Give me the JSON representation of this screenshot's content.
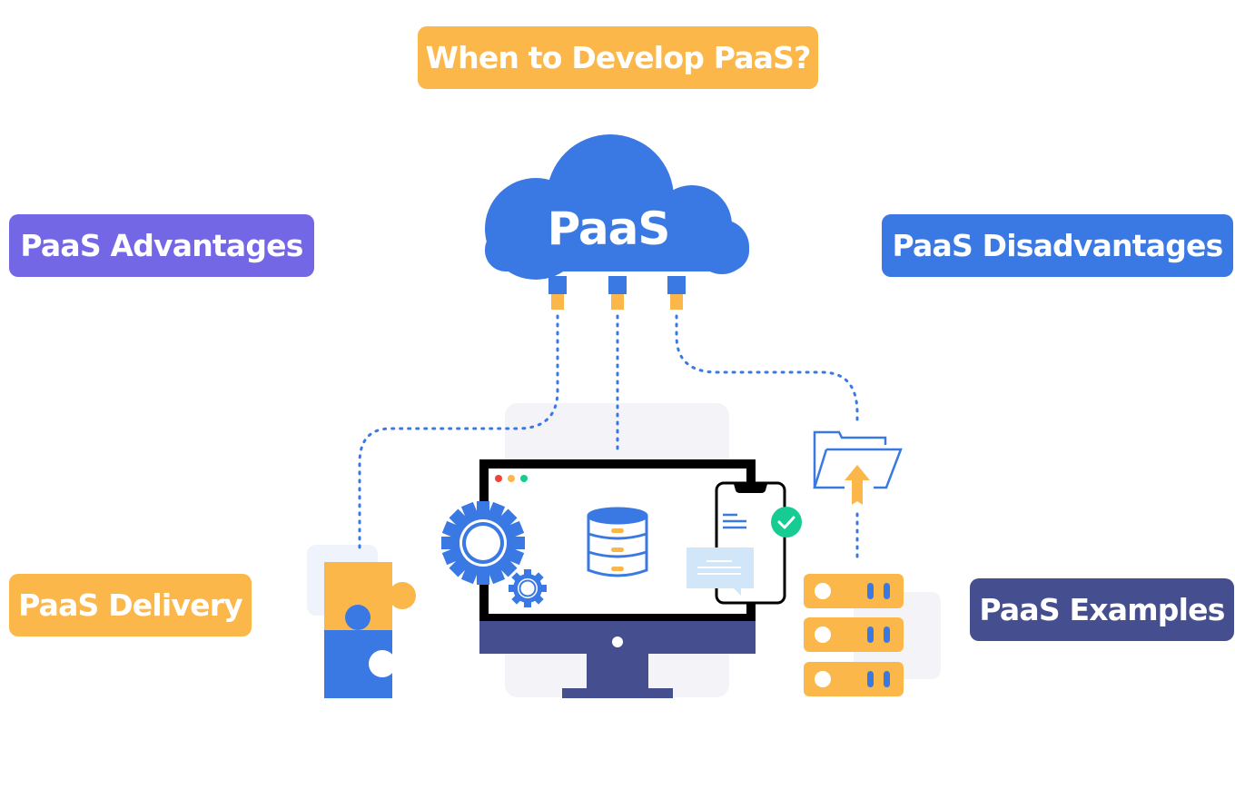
{
  "diagram": {
    "center": {
      "label": "PaaS",
      "icon": "cloud-icon"
    },
    "labels": {
      "top": "When to Develop PaaS?",
      "advantages": "PaaS Advantages",
      "disadvantages": "PaaS Disadvantages",
      "delivery": "PaaS Delivery",
      "examples": "PaaS Examples"
    },
    "icons": [
      "cloud-icon",
      "desktop-monitor-icon",
      "gear-icon",
      "database-icon",
      "smartphone-icon",
      "checkmark-icon",
      "chat-bubble-icon",
      "puzzle-icon",
      "folder-upload-icon",
      "server-rack-icon"
    ]
  },
  "colors": {
    "orange": "#FCB74A",
    "purple": "#7367E6",
    "blue": "#3A79E3",
    "navy": "#454E8E",
    "green": "#17CC93",
    "light_gray": "#F4F4F8",
    "light_blue": "#D1E6F8",
    "black": "#000000"
  }
}
